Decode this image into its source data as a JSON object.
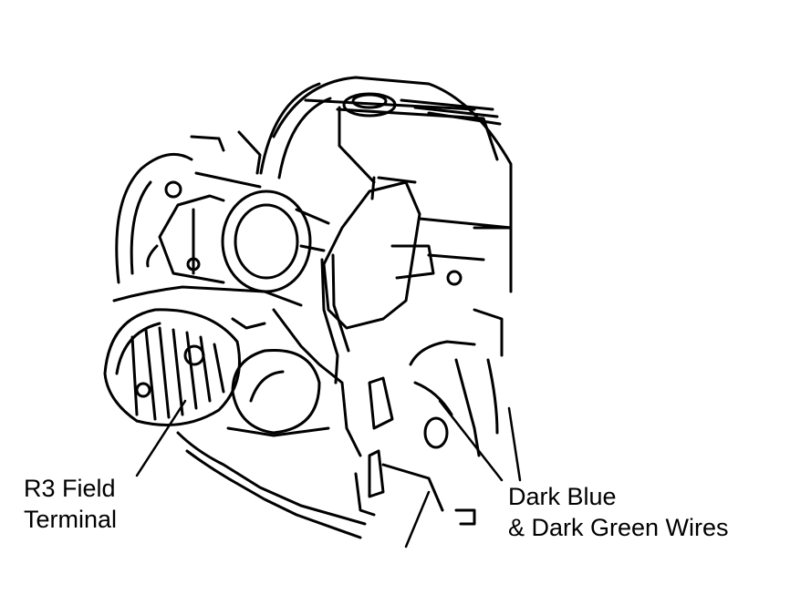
{
  "figure": {
    "labels": {
      "r3_field_terminal": {
        "line1": "R3 Field",
        "line2": "Terminal"
      },
      "wires": {
        "line1": "Dark Blue",
        "line2": "& Dark Green Wires"
      }
    },
    "colors": {
      "ink": "#000000",
      "paper": "#ffffff"
    }
  }
}
